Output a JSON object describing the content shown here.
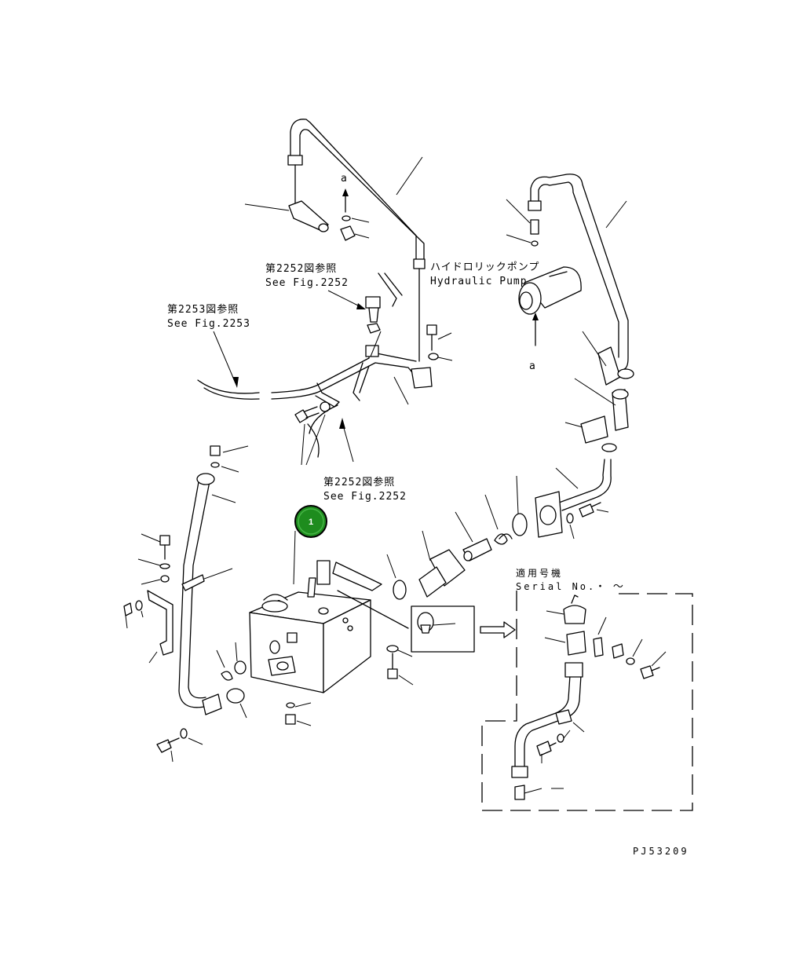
{
  "drawing": {
    "code": "PJ53209",
    "references": {
      "fig2252_upper_jp": "第2252図参照",
      "fig2252_upper_en": "See Fig.2252",
      "fig2253_jp": "第2253図参照",
      "fig2253_en": "See Fig.2253",
      "fig2252_lower_jp": "第2252図参照",
      "fig2252_lower_en": "See Fig.2252",
      "pump_jp": "ハイドロリックポンプ",
      "pump_en": "Hydraulic Pump",
      "marker_a_top": "a",
      "marker_a_pump": "a",
      "serial_jp": "適用号機",
      "serial_en": "Serial No.",
      "serial_range": "・  ～"
    },
    "callouts": [
      {
        "number": "1",
        "color": "#1e8c1e"
      }
    ]
  }
}
